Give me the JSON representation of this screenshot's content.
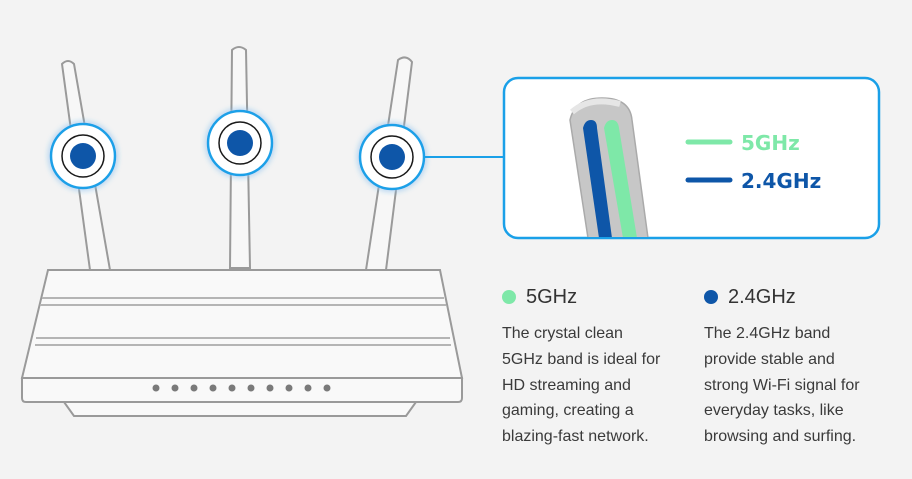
{
  "callout": {
    "label_5ghz": "5GHz",
    "label_24ghz": "2.4GHz"
  },
  "bands": [
    {
      "title": "5GHz",
      "description": "The crystal clean\n5GHz band is ideal for\nHD streaming and\ngaming, creating a\nblazing-fast network.",
      "color": "#7ee8a8"
    },
    {
      "title": "2.4GHz",
      "description": "The 2.4GHz band\nprovide stable and\nstrong Wi-Fi signal for\neveryday tasks, like\nbrowsing and surfing.",
      "color": "#0e56a8"
    }
  ],
  "router": {
    "led_count": 10
  },
  "colors": {
    "accent_blue": "#0e56a8",
    "glow_blue": "#1aa0e8",
    "green": "#7ee8a8",
    "outline": "#9a9a9a"
  }
}
